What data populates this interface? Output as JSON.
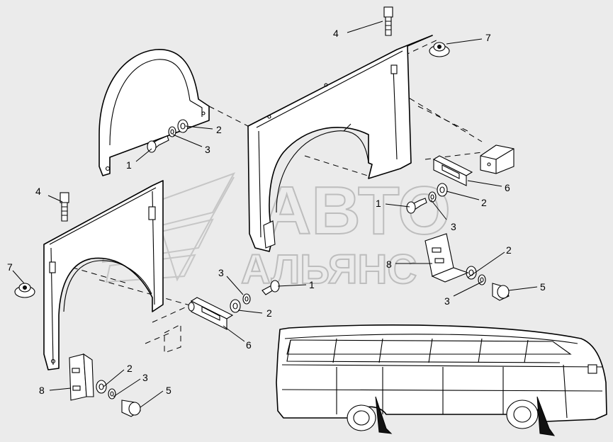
{
  "watermark": {
    "line1": "АВТО",
    "line2": "АЛЬЯНС"
  },
  "labels": {
    "l1a": "1",
    "l1b": "1",
    "l1c": "1",
    "l2a": "2",
    "l2b": "2",
    "l2c": "2",
    "l2d": "2",
    "l2e": "2",
    "l3a": "3",
    "l3b": "3",
    "l3c": "3",
    "l3d": "3",
    "l3e": "3",
    "l4a": "4",
    "l4b": "4",
    "l5a": "5",
    "l5b": "5",
    "l6a": "6",
    "l6b": "6",
    "l7a": "7",
    "l7b": "7",
    "l8a": "8",
    "l8b": "8"
  },
  "colors": {
    "background": "#ebebeb",
    "line": "#000000",
    "watermark": "#bdbdbd"
  }
}
